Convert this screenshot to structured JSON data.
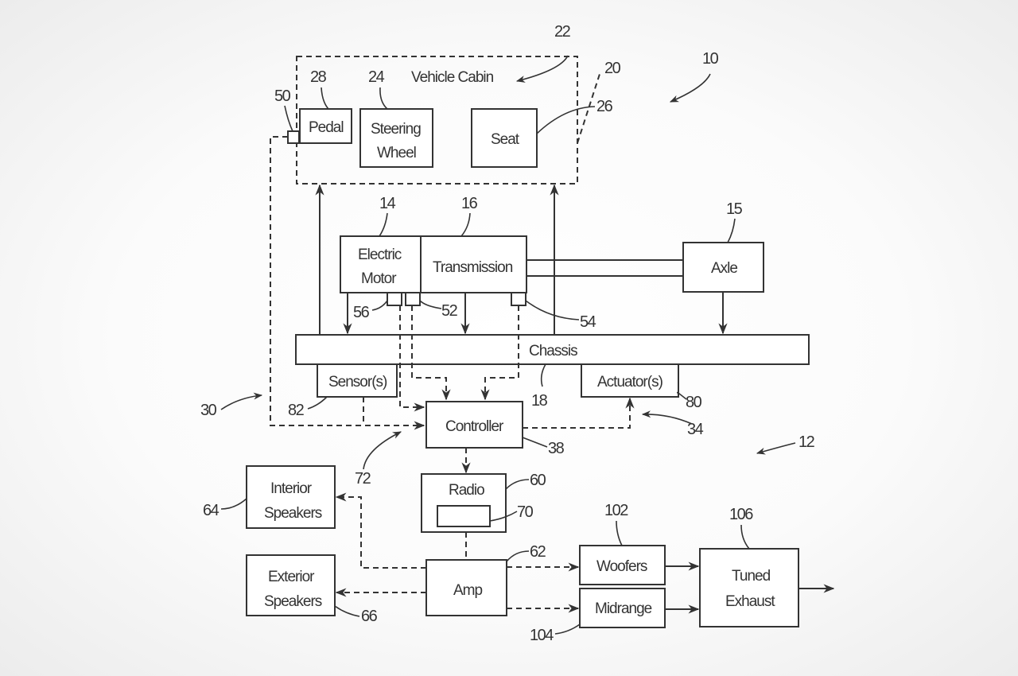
{
  "diagram": {
    "type": "patent block diagram",
    "blocks": {
      "vehicle_cabin": "Vehicle Cabin",
      "pedal": "Pedal",
      "steering_wheel_1": "Steering",
      "steering_wheel_2": "Wheel",
      "seat": "Seat",
      "electric_motor_1": "Electric",
      "electric_motor_2": "Motor",
      "transmission": "Transmission",
      "axle": "Axle",
      "chassis": "Chassis",
      "sensors": "Sensor(s)",
      "actuators": "Actuator(s)",
      "controller": "Controller",
      "radio": "Radio",
      "interior_speakers_1": "Interior",
      "interior_speakers_2": "Speakers",
      "exterior_speakers_1": "Exterior",
      "exterior_speakers_2": "Speakers",
      "amp": "Amp",
      "woofers": "Woofers",
      "midrange": "Midrange",
      "tuned_exhaust_1": "Tuned",
      "tuned_exhaust_2": "Exhaust"
    },
    "reference_numerals": {
      "system": "10",
      "vehicle": "12",
      "electric_motor": "14",
      "axle": "15",
      "transmission": "16",
      "chassis": "18",
      "cabin_boundary": "20",
      "vehicle_cabin": "22",
      "steering_wheel": "24",
      "seat": "26",
      "pedal": "28",
      "input_path": "30",
      "output_path": "34",
      "controller": "38",
      "pedal_sensor": "50",
      "transmission_sensor_a": "52",
      "transmission_sensor_b": "54",
      "motor_sensor": "56",
      "radio": "60",
      "amp": "62",
      "interior_speakers": "64",
      "exterior_speakers": "66",
      "radio_module": "70",
      "controller_input": "72",
      "actuators": "80",
      "sensors": "82",
      "woofers": "102",
      "midrange": "104",
      "tuned_exhaust": "106"
    }
  }
}
